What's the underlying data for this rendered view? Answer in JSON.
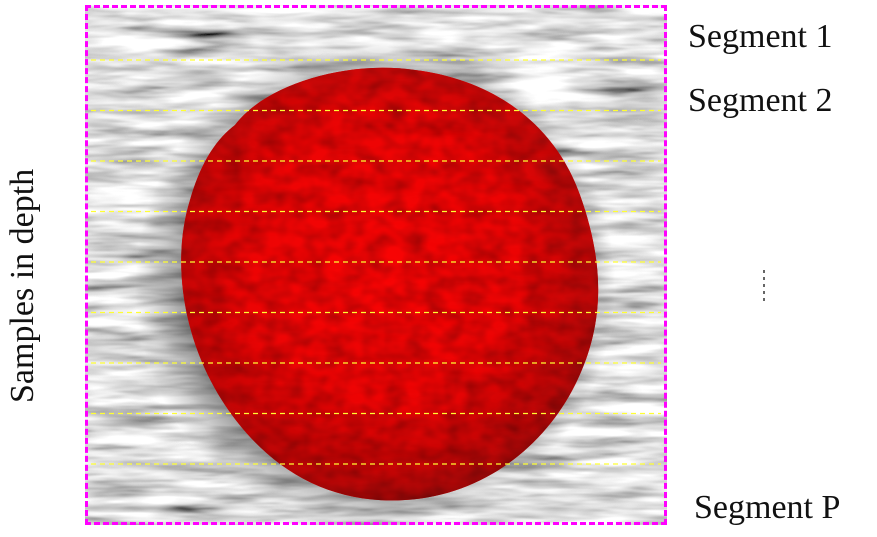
{
  "figure": {
    "y_axis_label": "Samples in depth",
    "segment_labels": {
      "first": "Segment 1",
      "second": "Segment 2",
      "last": "Segment P"
    },
    "ellipsis_glyph": "⋮",
    "colors": {
      "border": "#ff00ff",
      "divider_lines": "#ffff33",
      "lesion_overlay": "#ff1a1a",
      "background_speckle": "#8a8a8a"
    },
    "image": {
      "type": "ultrasound B-mode with red segmentation overlay",
      "segment_divider_count": 9
    }
  }
}
